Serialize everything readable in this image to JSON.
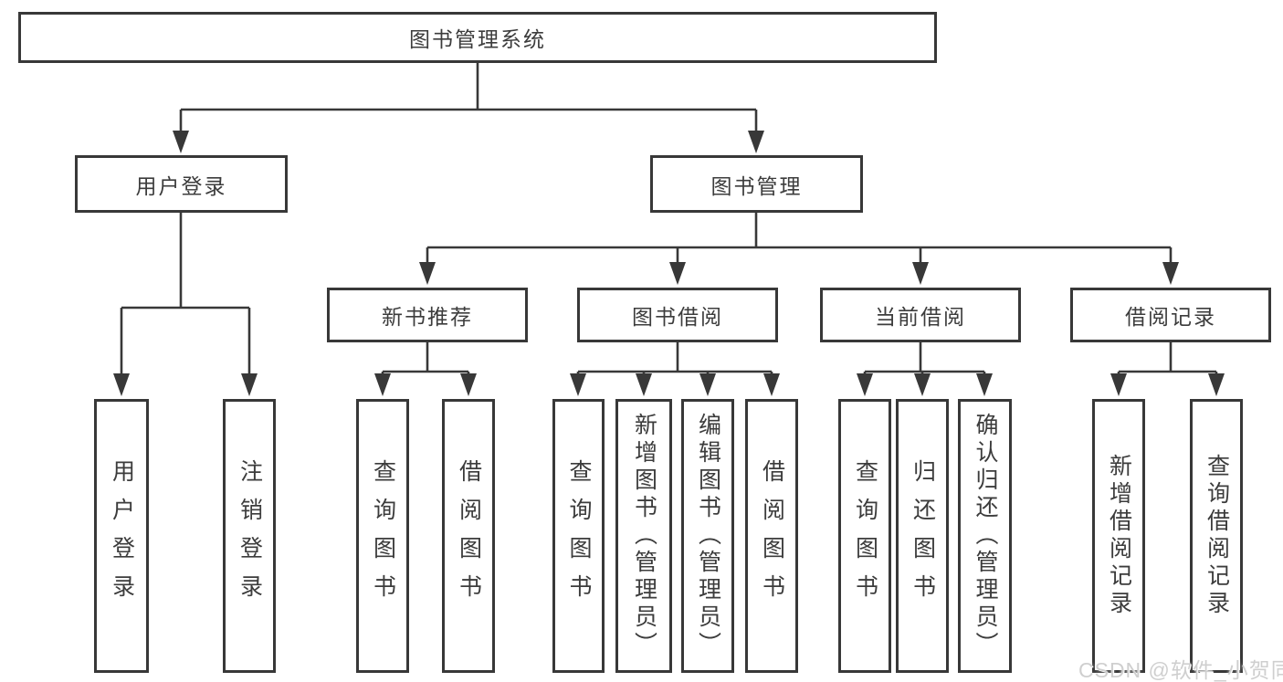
{
  "tree": {
    "label": "图书管理系统",
    "children": [
      {
        "label": "用户登录",
        "children": [
          {
            "label": "用户登录"
          },
          {
            "label": "注销登录"
          }
        ]
      },
      {
        "label": "图书管理",
        "children": [
          {
            "label": "新书推荐",
            "children": [
              {
                "label": "查询图书"
              },
              {
                "label": "借阅图书"
              }
            ]
          },
          {
            "label": "图书借阅",
            "children": [
              {
                "label": "查询图书"
              },
              {
                "label": "新增图书（管理员）"
              },
              {
                "label": "编辑图书（管理员）"
              },
              {
                "label": "借阅图书"
              }
            ]
          },
          {
            "label": "当前借阅",
            "children": [
              {
                "label": "查询图书"
              },
              {
                "label": "归还图书"
              },
              {
                "label": "确认归还（管理员）"
              }
            ]
          },
          {
            "label": "借阅记录",
            "children": [
              {
                "label": "新增借阅记录"
              },
              {
                "label": "查询借阅记录"
              }
            ]
          }
        ]
      }
    ]
  },
  "watermark": {
    "text": "CSDN @软件_小贺同学"
  },
  "colors": {
    "line": "#383838",
    "text": "#3c3c3c",
    "bg": "#ffffff",
    "watermark": "#cfcfcf"
  }
}
